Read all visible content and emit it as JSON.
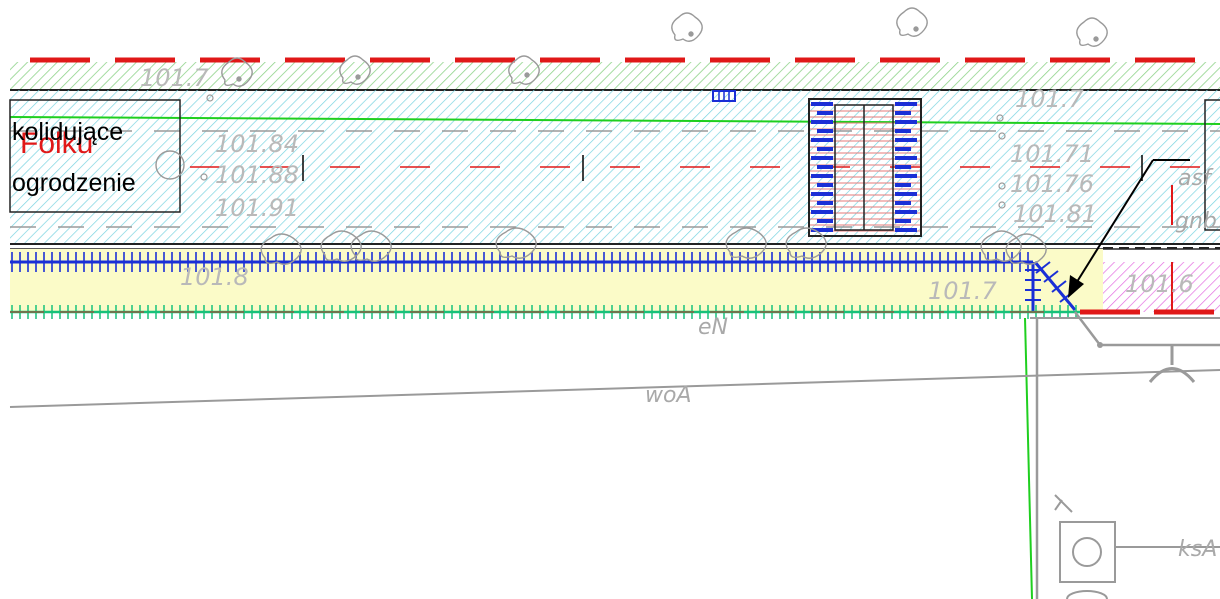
{
  "colors": {
    "boundary_red": "#e01818",
    "fence_blue": "#1a2fd6",
    "fence_green": "#17c17a",
    "grass_hatch": "#8fd38a",
    "street_hatch": "#79d3e0",
    "sidewalk_fill": "#fbfbc8",
    "magenta_hatch": "#e36ae0",
    "utility_green": "#1fcf1f",
    "gray": "#9a9a9a"
  },
  "annotation": {
    "line1": "kolidujące",
    "line2": "ogrodzenie",
    "overlay": "Folku"
  },
  "elevations": {
    "e_101_7_top_left": "101.7",
    "e_101_84": "101.84",
    "e_101_88": "101.88",
    "e_101_91": "101.91",
    "e_101_8": "101.8",
    "e_101_7_top_right": "101.7",
    "e_101_71": "101.71",
    "e_101_76": "101.76",
    "e_101_81": "101.81",
    "e_101_7_sidewalk": "101.7",
    "e_101_6": "101.6"
  },
  "utilities": {
    "eN": "eN",
    "woA": "woA",
    "ksA": "ksA",
    "asf": "asf",
    "gnb": "gnb"
  },
  "icons": [
    "tree-icon",
    "manhole-icon",
    "arrow-icon"
  ]
}
